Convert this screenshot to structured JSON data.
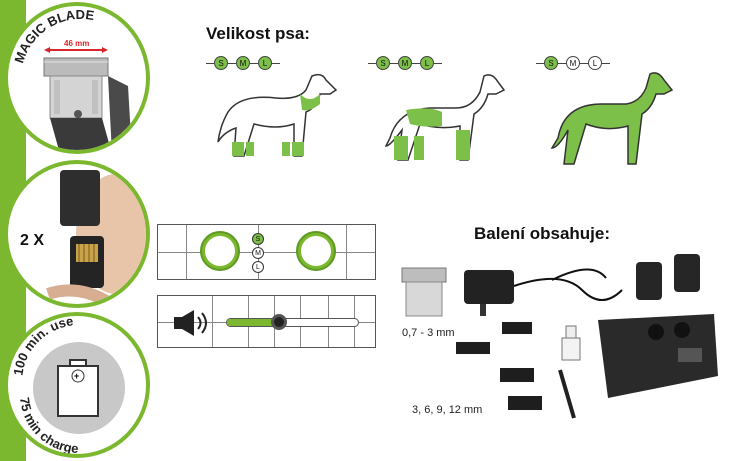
{
  "badges": {
    "magic_blade": "MAGIC BLADE",
    "blade_width": "46 mm",
    "two_x": "2 X",
    "use_time": "100 min. use",
    "charge_time": "75 min charge"
  },
  "sizes": {
    "title": "Velikost psa:",
    "scale_labels": [
      "S",
      "M",
      "L"
    ],
    "dogs": [
      {
        "active": [
          "S",
          "M",
          "L"
        ]
      },
      {
        "active": [
          "S",
          "M",
          "L"
        ]
      },
      {
        "active": [
          "S"
        ]
      }
    ]
  },
  "pets": {
    "sizes": [
      "S",
      "M",
      "L"
    ],
    "active_size": "S"
  },
  "sound": {
    "level": 0.4
  },
  "package": {
    "title": "Balení obsahuje:",
    "blade_range": "0,7 - 3 mm",
    "comb_sizes": "3, 6, 9, 12 mm"
  },
  "colors": {
    "accent": "#7cb82f",
    "size_on": "#7cc04a"
  }
}
